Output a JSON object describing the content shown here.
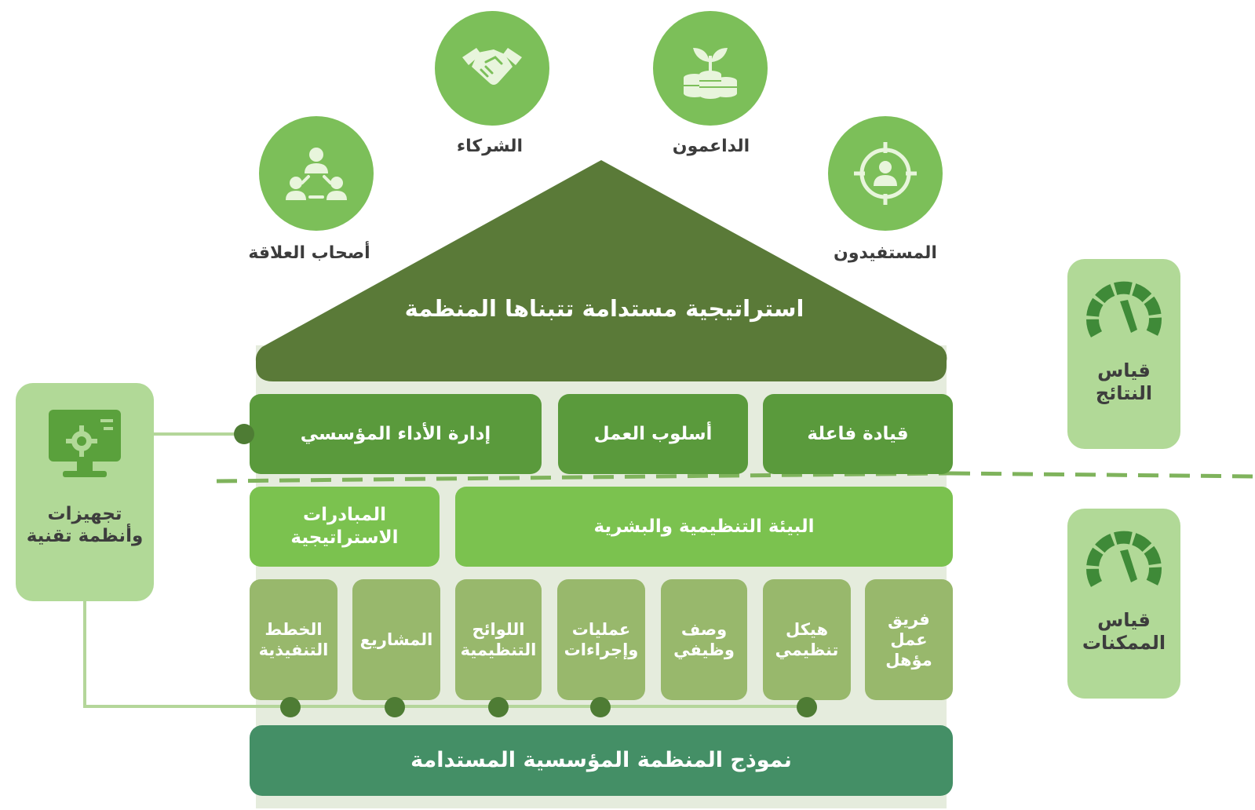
{
  "stakeholders": [
    {
      "label": "أصحاب العلاقة",
      "icon": "people-network-icon"
    },
    {
      "label": "الشركاء",
      "icon": "handshake-icon"
    },
    {
      "label": "الداعمون",
      "icon": "plant-coins-icon"
    },
    {
      "label": "المستفيدون",
      "icon": "target-person-icon"
    }
  ],
  "roof": {
    "title": "استراتيجية مستدامة تتبناها المنظمة"
  },
  "row1": [
    "إدارة الأداء المؤسسي",
    "أسلوب العمل",
    "قيادة فاعلة"
  ],
  "row2": [
    "المبادرات الاستراتيجية",
    "البيئة التنظيمية والبشرية"
  ],
  "pillars": [
    "الخطط التنفيذية",
    "المشاريع",
    "اللوائح التنظيمية",
    "عمليات وإجراءات",
    "وصف وظيفي",
    "هيكل تنظيمي",
    "فريق عمل مؤهل"
  ],
  "base": {
    "title": "نموذج المنظمة المؤسسية المستدامة"
  },
  "left_card": {
    "label": "تجهيزات وأنظمة تقنية",
    "icon": "computer-gear-icon"
  },
  "right_cards": [
    {
      "label": "قياس النتائج",
      "icon": "gauge-icon"
    },
    {
      "label": "قياس الممكنات",
      "icon": "gauge-icon"
    }
  ],
  "colors": {
    "circle": "#7cbf59",
    "roof": "#5a7a38",
    "row1": "#5a9a3c",
    "row2": "#7bc24f",
    "pillar": "#98b86c",
    "base": "#448f66",
    "side_card": "#b1d997",
    "house_bg": "#e5ecdd"
  }
}
